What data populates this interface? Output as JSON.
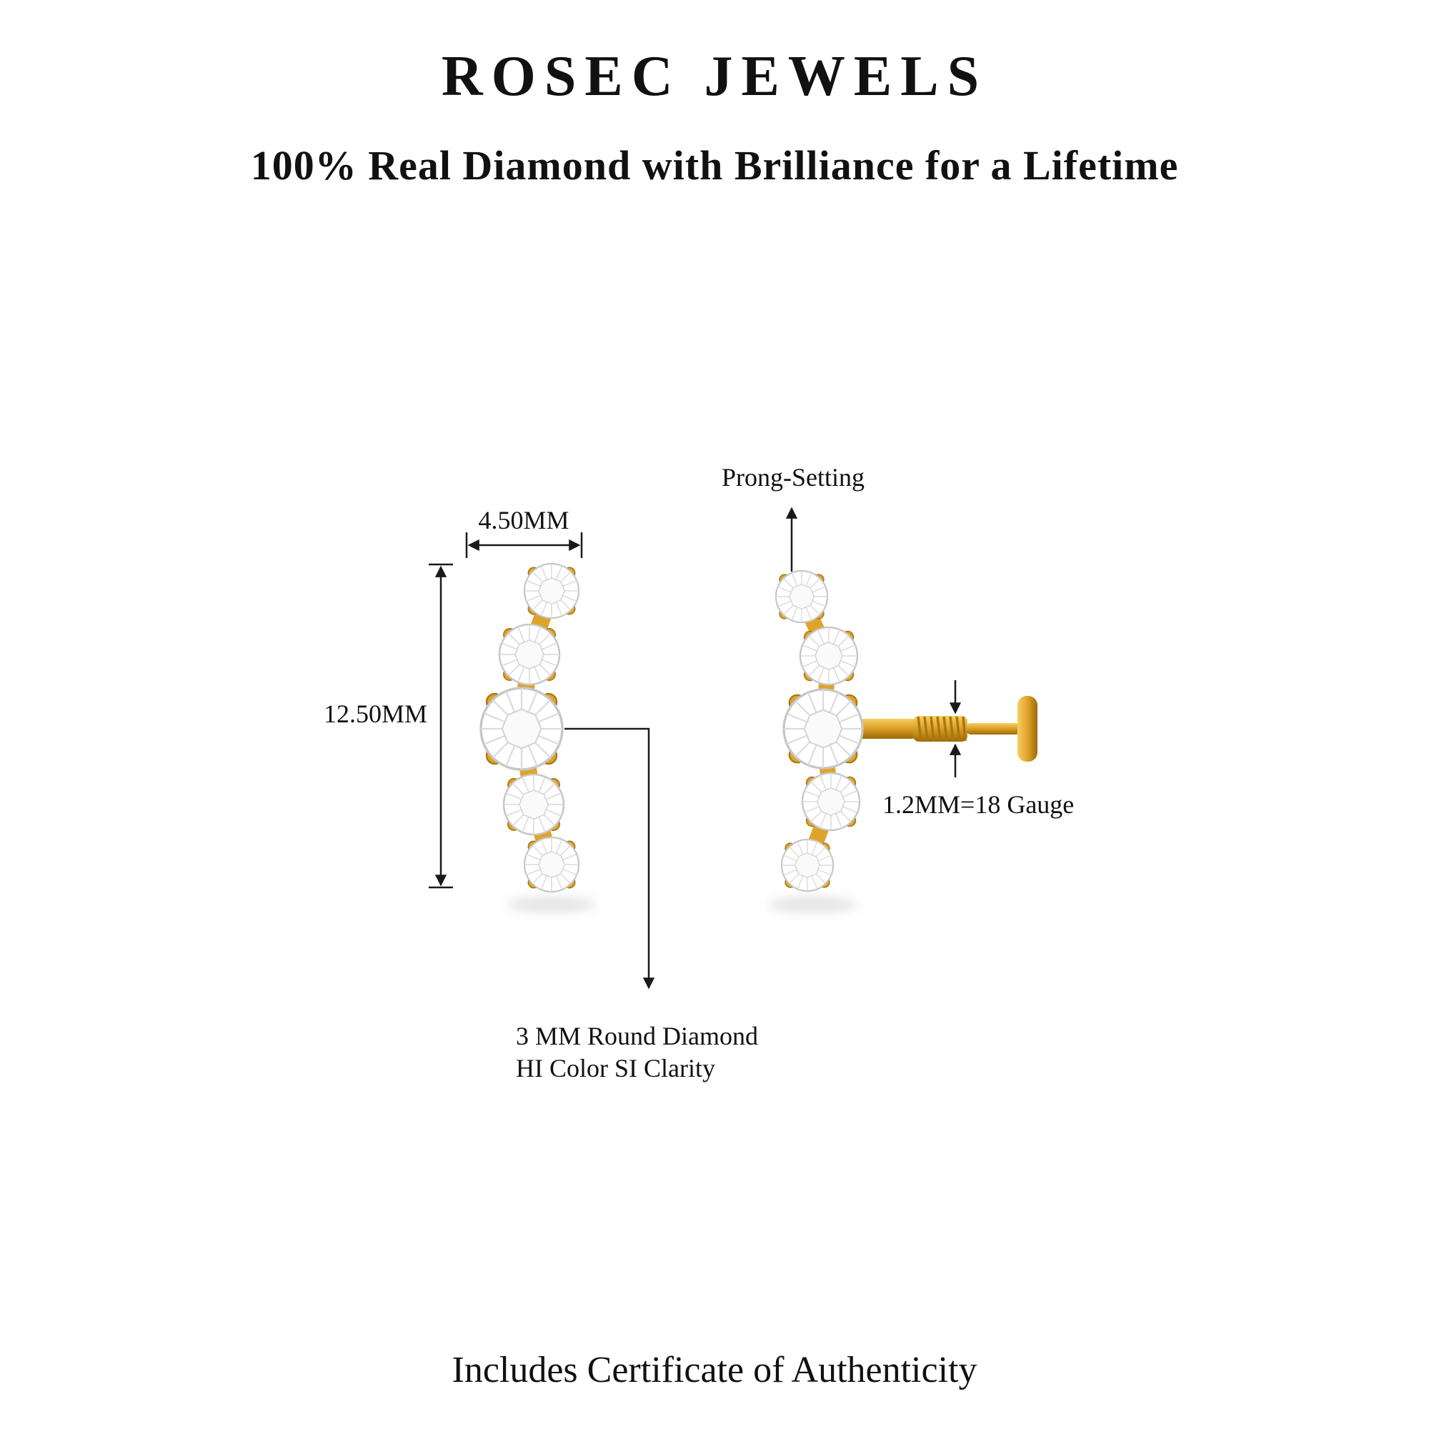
{
  "brand": {
    "name": "ROSEC JEWELS",
    "tagline": "100% Real Diamond with Brilliance for a Lifetime"
  },
  "diagram": {
    "width_label": "4.50MM",
    "height_label": "12.50MM",
    "prong_label": "Prong-Setting",
    "gauge_label": "1.2MM=18 Gauge",
    "stone_note_line1": "3 MM Round Diamond",
    "stone_note_line2": "HI Color SI Clarity"
  },
  "footer": {
    "note": "Includes Certificate of Authenticity"
  },
  "colors": {
    "gold": "#DFA32B",
    "gold_dark": "#A9770E",
    "gold_light": "#F6CE62",
    "line": "#1a1a1a"
  }
}
